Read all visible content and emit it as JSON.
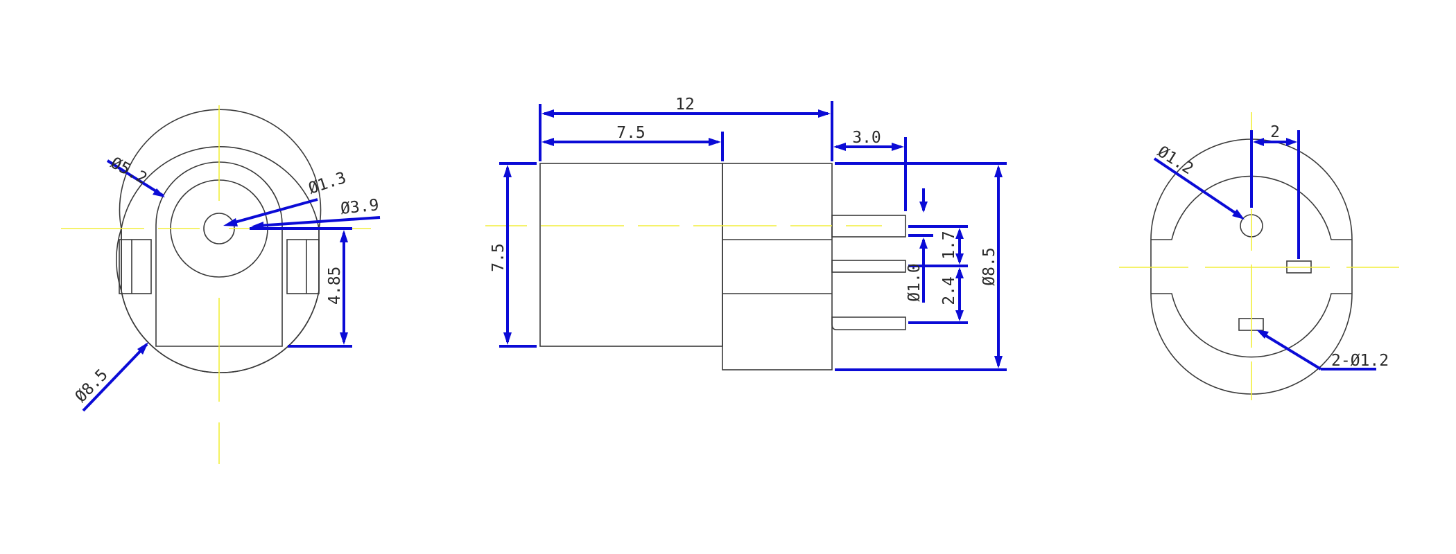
{
  "colors": {
    "outline": "#3a3a3a",
    "dimension": "#0b0bd6",
    "centerline": "#f2ee3a",
    "background": "#ffffff"
  },
  "left_view": {
    "dim_d52": "Ø5.2",
    "dim_d13": "Ø1.3",
    "dim_d39": "Ø3.9",
    "dim_485": "4.85",
    "dim_d85": "Ø8.5"
  },
  "side_view": {
    "dim_12": "12",
    "dim_75_top": "7.5",
    "dim_30": "3.0",
    "dim_75_left": "7.5",
    "dim_17": "1.7",
    "dim_d10": "Ø1.0",
    "dim_24": "2.4",
    "dim_d85": "Ø8.5"
  },
  "right_view": {
    "dim_2": "2",
    "dim_d12": "Ø1.2",
    "dim_2d12": "2-Ø1.2"
  }
}
